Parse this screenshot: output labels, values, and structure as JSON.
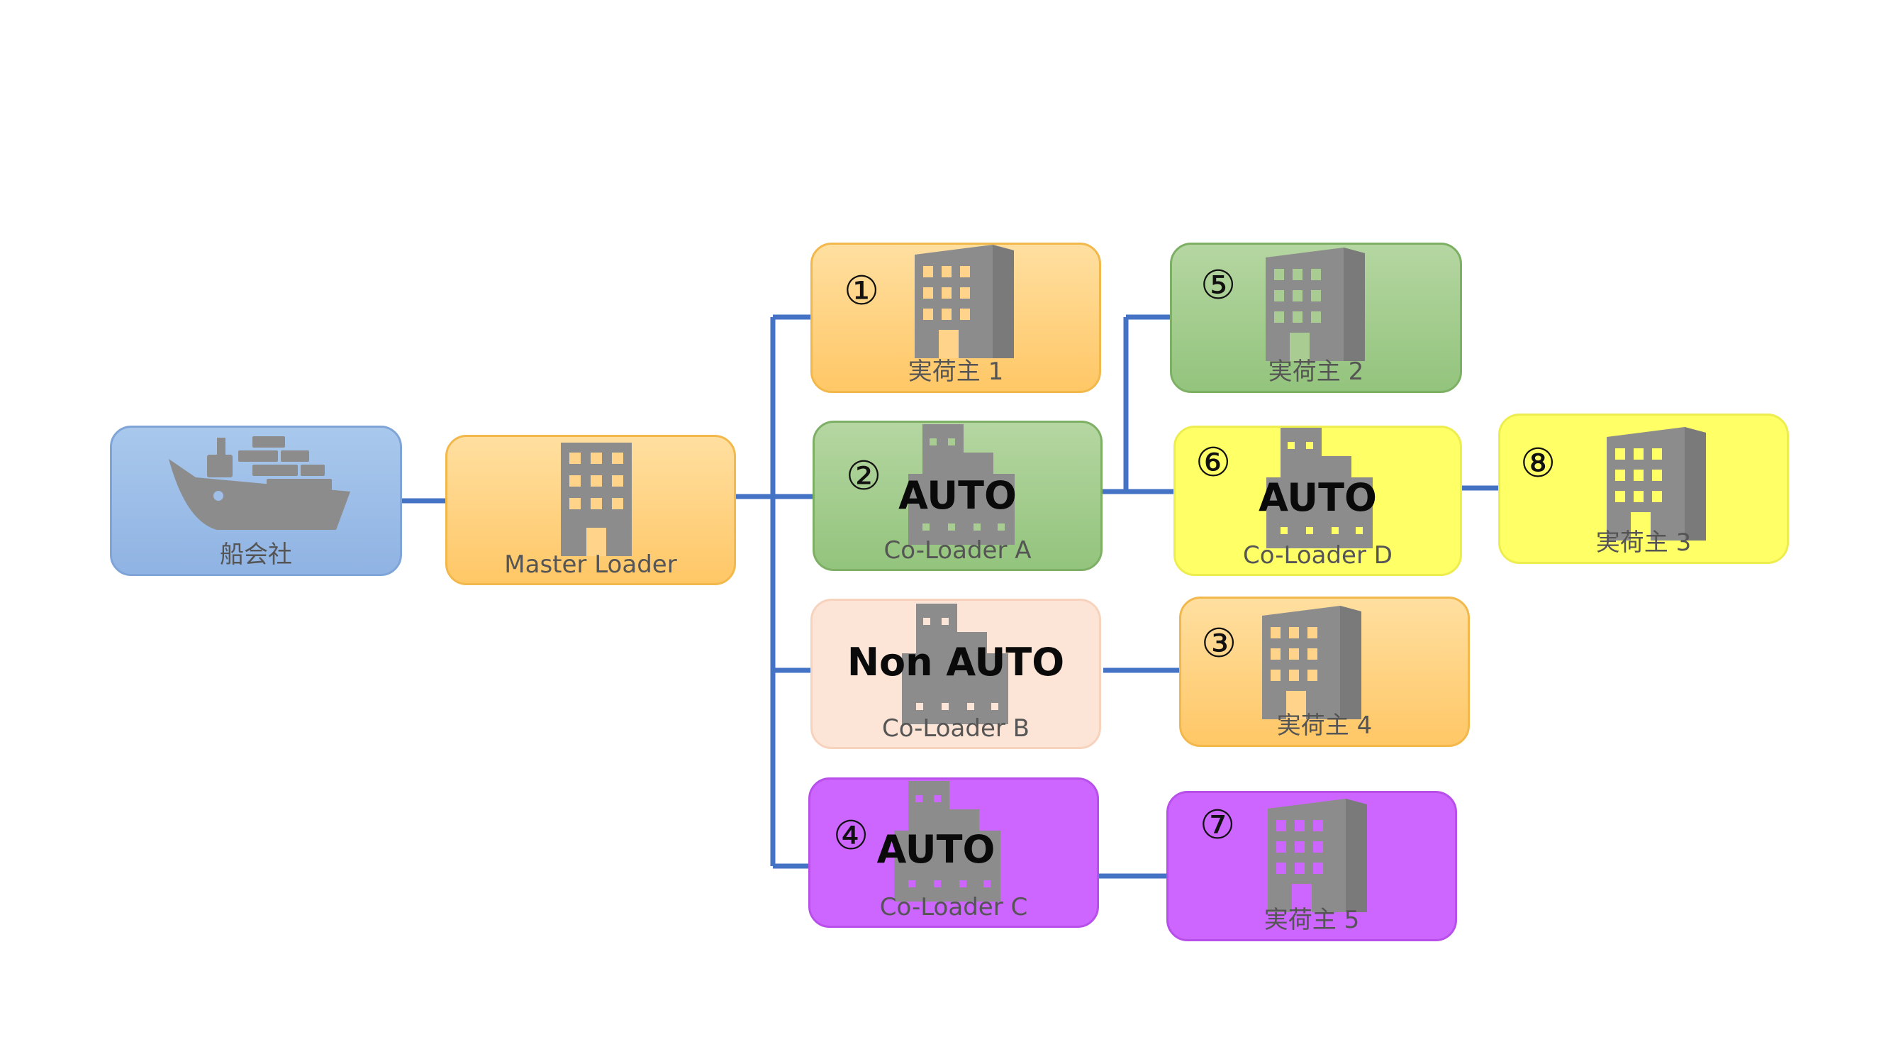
{
  "colors": {
    "connector": "#4472C4",
    "icon": "#8C8C8C",
    "blue_top": "#A9C8EC",
    "blue_bottom": "#8FB3E3",
    "orange_top": "#FFDFA0",
    "orange_bottom": "#FFC766",
    "green_top": "#B5D6A1",
    "green_bottom": "#93C47D",
    "peach": "#FCE4D6",
    "yellow": "#FFFF66",
    "purple": "#CC66FF"
  },
  "nodes": {
    "shipping_company": {
      "label": "船会社",
      "icon": "ship-icon"
    },
    "master_loader": {
      "label": "Master Loader",
      "icon": "building-icon"
    },
    "shipper1": {
      "number": "①",
      "label": "実荷主 1",
      "icon": "building-icon"
    },
    "coloader_a": {
      "number": "②",
      "badge": "AUTO",
      "label": "Co-Loader A",
      "icon": "factory-icon"
    },
    "coloader_b": {
      "badge": "Non AUTO",
      "label": "Co-Loader B",
      "icon": "factory-icon"
    },
    "coloader_c": {
      "number": "④",
      "badge": "AUTO",
      "label": "Co-Loader C",
      "icon": "factory-icon"
    },
    "shipper2": {
      "number": "⑤",
      "label": "実荷主 2",
      "icon": "building-icon"
    },
    "coloader_d": {
      "number": "⑥",
      "badge": "AUTO",
      "label": "Co-Loader D",
      "icon": "factory-icon"
    },
    "shipper3": {
      "number": "⑧",
      "label": "実荷主 3",
      "icon": "building-icon"
    },
    "shipper4": {
      "number": "③",
      "label": "実荷主 4",
      "icon": "building-icon"
    },
    "shipper5": {
      "number": "⑦",
      "label": "実荷主 5",
      "icon": "building-icon"
    }
  }
}
